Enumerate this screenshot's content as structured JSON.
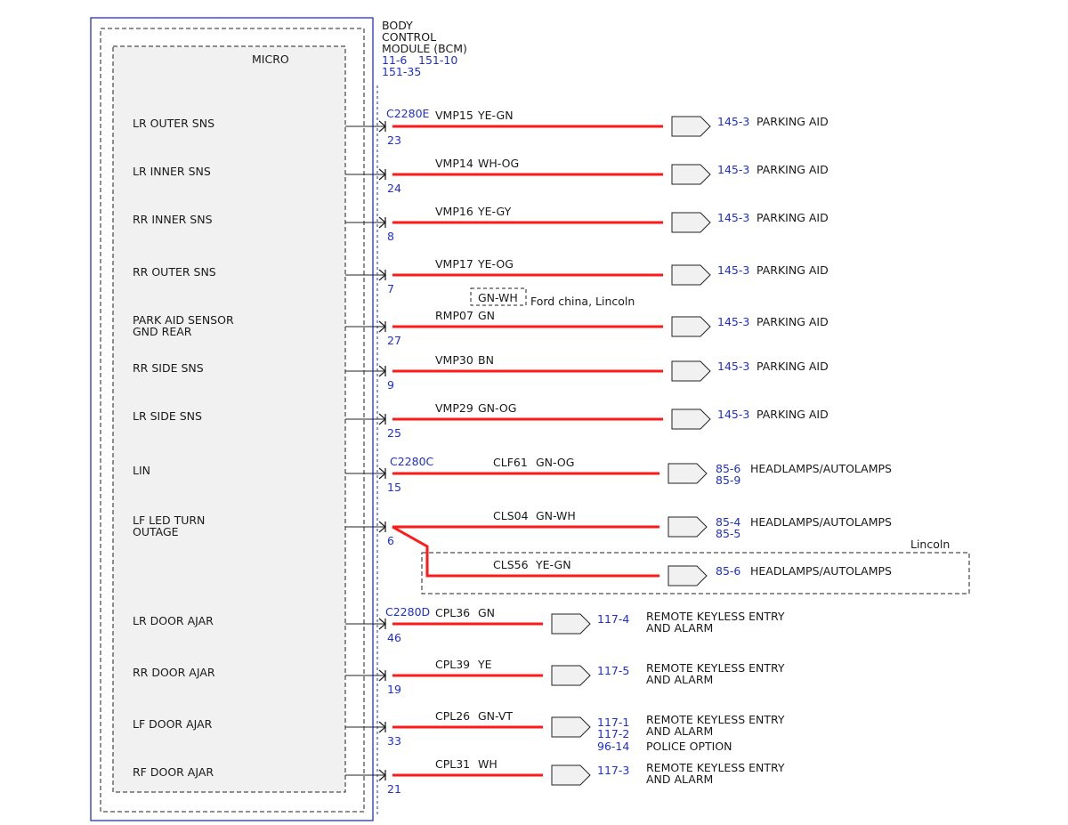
{
  "module": {
    "title_lines": [
      "BODY",
      "CONTROL",
      "MODULE (BCM)"
    ],
    "refs": [
      "11-6",
      "151-10",
      "151-35"
    ],
    "micro_label": "MICRO"
  },
  "colors": {
    "wire": "#ff1a1a",
    "ref": "#1f2fd0",
    "frame": "#2233cc",
    "text": "#1a1a1a"
  },
  "connectors": {
    "c2280e": "C2280E",
    "c2280c": "C2280C",
    "c2280d": "C2280D"
  },
  "circuits": [
    {
      "label": [
        "LR OUTER SNS"
      ],
      "pin": "23",
      "circuit": "VMP15",
      "color": "YE-GN",
      "dest_refs": [
        "145-3"
      ],
      "dest_label": [
        "PARKING AID"
      ]
    },
    {
      "label": [
        "LR INNER SNS"
      ],
      "pin": "24",
      "circuit": "VMP14",
      "color": "WH-OG",
      "dest_refs": [
        "145-3"
      ],
      "dest_label": [
        "PARKING AID"
      ]
    },
    {
      "label": [
        "RR INNER SNS"
      ],
      "pin": "8",
      "circuit": "VMP16",
      "color": "YE-GY",
      "dest_refs": [
        "145-3"
      ],
      "dest_label": [
        "PARKING AID"
      ]
    },
    {
      "label": [
        "RR OUTER SNS"
      ],
      "pin": "7",
      "circuit": "VMP17",
      "color": "YE-OG",
      "dest_refs": [
        "145-3"
      ],
      "dest_label": [
        "PARKING AID"
      ]
    },
    {
      "label": [
        "PARK AID SENSOR",
        "GND REAR"
      ],
      "pin": "27",
      "circuit": "RMP07",
      "color": "GN",
      "dest_refs": [
        "145-3"
      ],
      "dest_label": [
        "PARKING AID"
      ]
    },
    {
      "label": [
        "RR SIDE SNS"
      ],
      "pin": "9",
      "circuit": "VMP30",
      "color": "BN",
      "dest_refs": [
        "145-3"
      ],
      "dest_label": [
        "PARKING AID"
      ]
    },
    {
      "label": [
        "LR SIDE SNS"
      ],
      "pin": "25",
      "circuit": "VMP29",
      "color": "GN-OG",
      "dest_refs": [
        "145-3"
      ],
      "dest_label": [
        "PARKING AID"
      ]
    },
    {
      "label": [
        "LIN"
      ],
      "pin": "15",
      "circuit": "CLF61",
      "color": "GN-OG",
      "dest_refs": [
        "85-6",
        "85-9"
      ],
      "dest_label": [
        "HEADLAMPS/AUTOLAMPS"
      ]
    },
    {
      "label": [
        "LF LED TURN",
        "OUTAGE"
      ],
      "pin": "6",
      "circuit": "CLS04",
      "color": "GN-WH",
      "dest_refs": [
        "85-4",
        "85-5"
      ],
      "dest_label": [
        "HEADLAMPS/AUTOLAMPS"
      ]
    },
    {
      "label": [],
      "pin": "",
      "circuit": "CLS56",
      "color": "YE-GN",
      "dest_refs": [
        "85-6"
      ],
      "dest_label": [
        "HEADLAMPS/AUTOLAMPS"
      ]
    },
    {
      "label": [
        "LR DOOR AJAR"
      ],
      "pin": "46",
      "circuit": "CPL36",
      "color": "GN",
      "dest_refs": [
        "117-4"
      ],
      "dest_label": [
        "REMOTE KEYLESS ENTRY",
        "AND ALARM"
      ]
    },
    {
      "label": [
        "RR DOOR AJAR"
      ],
      "pin": "19",
      "circuit": "CPL39",
      "color": "YE",
      "dest_refs": [
        "117-5"
      ],
      "dest_label": [
        "REMOTE KEYLESS ENTRY",
        "AND ALARM"
      ]
    },
    {
      "label": [
        "LF DOOR AJAR"
      ],
      "pin": "33",
      "circuit": "CPL26",
      "color": "GN-VT",
      "dest_refs": [
        "117-1",
        "117-2"
      ],
      "dest_label": [
        "REMOTE KEYLESS ENTRY",
        "AND ALARM"
      ]
    },
    {
      "label": [
        "RF DOOR AJAR"
      ],
      "pin": "21",
      "circuit": "CPL31",
      "color": "WH",
      "dest_refs": [
        "117-3"
      ],
      "dest_label": [
        "REMOTE KEYLESS ENTRY",
        "AND ALARM"
      ]
    }
  ],
  "option_ford": {
    "box_text": "GN-WH",
    "note": "Ford china, Lincoln"
  },
  "option_lincoln": {
    "label": "Lincoln"
  },
  "police": {
    "ref": "96-14",
    "label": "POLICE OPTION"
  }
}
